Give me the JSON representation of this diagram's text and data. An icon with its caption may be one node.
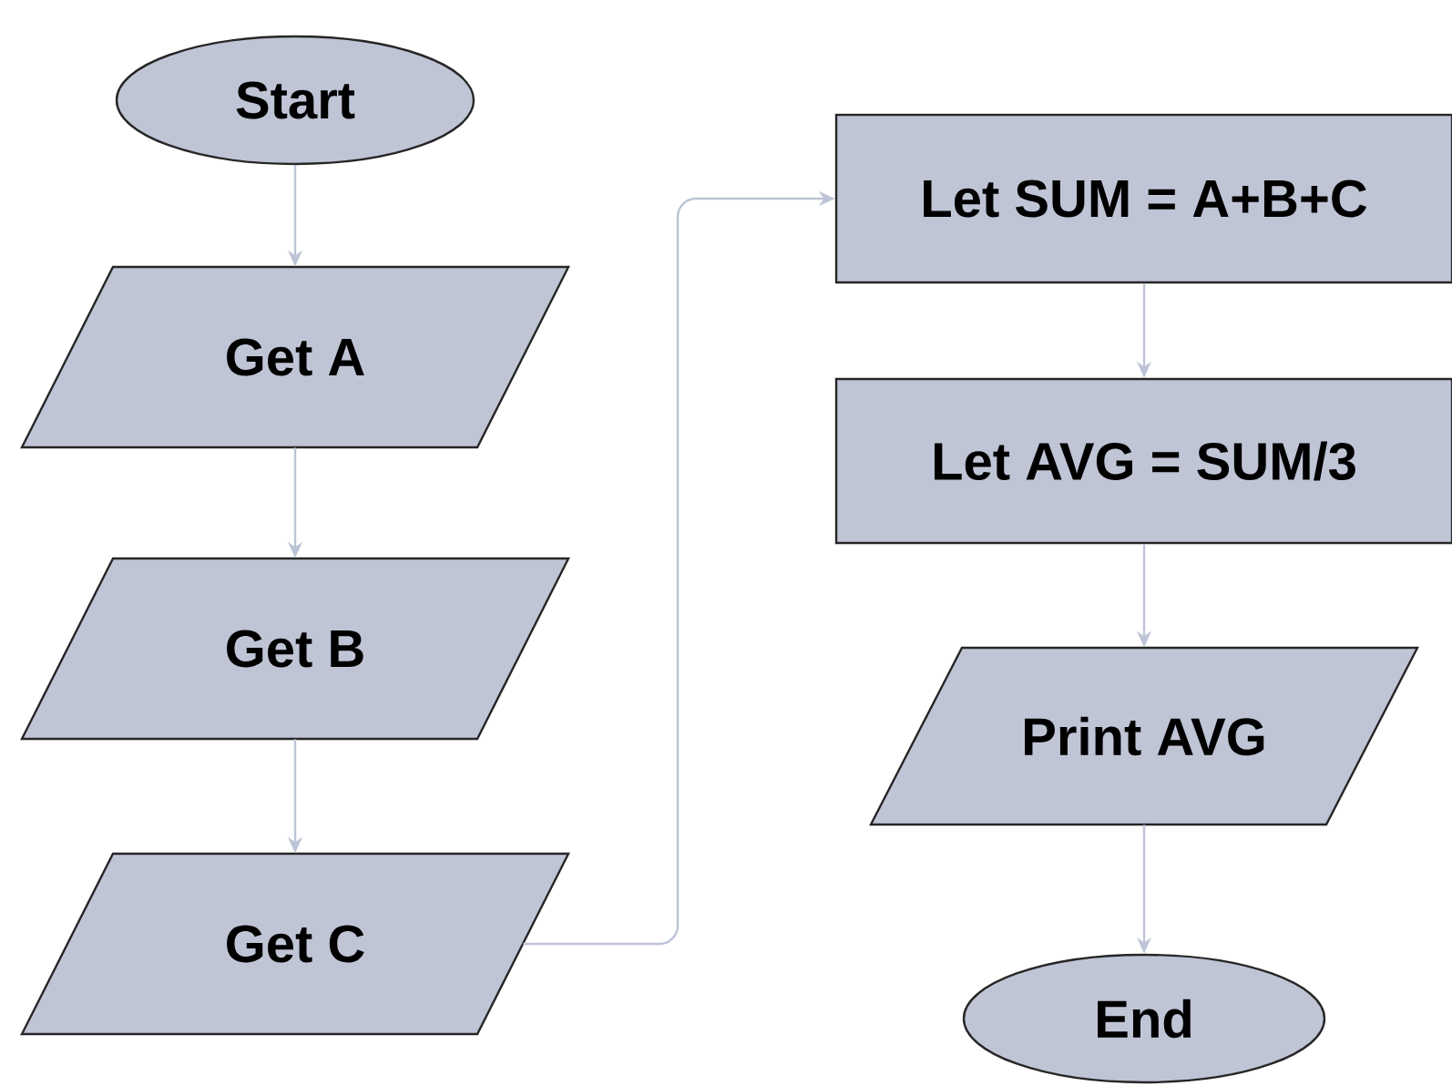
{
  "diagram": {
    "nodes": [
      {
        "text": [
          "Start"
        ]
      },
      {
        "text": [
          "Get A"
        ]
      },
      {
        "text": [
          "Get B"
        ]
      },
      {
        "text": [
          "Get C"
        ]
      },
      {
        "text": [
          "Let SUM = A+B+C"
        ]
      },
      {
        "text": [
          "Let AVG = SUM/3"
        ]
      },
      {
        "text": [
          "Print AVG"
        ]
      },
      {
        "text": [
          "End"
        ]
      }
    ],
    "edges": [
      {
        "from": 0,
        "to": 1,
        "arrow": "to"
      },
      {
        "from": 1,
        "to": 2,
        "arrow": "to"
      },
      {
        "from": 2,
        "to": 3,
        "arrow": "to"
      },
      {
        "from": 3,
        "to": 4,
        "arrow": "to"
      },
      {
        "from": 4,
        "to": 5,
        "arrow": "to"
      },
      {
        "from": 5,
        "to": 6,
        "arrow": "to"
      },
      {
        "from": 6,
        "to": 7,
        "arrow": "to"
      }
    ]
  }
}
